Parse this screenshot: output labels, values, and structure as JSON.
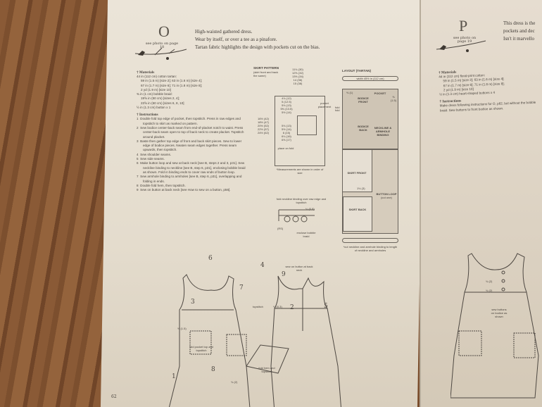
{
  "left_page": {
    "letter": "O",
    "see_photo": "see photo on page 18",
    "intro": [
      "High-waisted gathered dress.",
      "Wear by itself, or over a tee as a pinafore.",
      "Tartan fabric highlights the design with pockets cut on the bias."
    ],
    "materials_heading": "† Materials",
    "materials": [
      "44 in (112 cm) cotton tartan:",
      "59 in (1.5 m) [size 2]; 63 in (1.6 m) [size 4];",
      "67 in (1.7 m) [size 6]; 71 in (1.8 m) [size 8];",
      "2 yd (1.9 m) [size 10]",
      "⅜ in (1 cm) bobble braid:",
      "19⅝ in (50 cm) [sizes 2, 4];",
      "23⅝ in (60 cm) [sizes 6, 8, 10]",
      "½ in (1.3 cm) button x 1"
    ],
    "instructions_heading": "† Instructions",
    "instructions": [
      {
        "n": "1",
        "text": "Double fold top edge of pocket, then topstitch. Press in raw edges and topstitch to skirt as marked on pattern."
      },
      {
        "n": "2",
        "text": "Sew bodice center-back seam from end-of-placket notch to waist. Press center-back seam open to top of back neck to create placket. Topstitch around placket."
      },
      {
        "n": "3",
        "text": "Baste then gather top edge of front and back skirt pieces. Sew to lower edge of bodice pieces. Neaten seam edges together. Press seam upwards, then topstitch."
      },
      {
        "n": "4",
        "text": "Sew shoulder seams."
      },
      {
        "n": "5",
        "text": "Sew side seams."
      },
      {
        "n": "6",
        "text": "Make button loop and sew at back neck [see B, steps 2 and 3, p31]. Sew neckline binding to neckline [see B, step 6, p31], enclosing bobble braid as shown. Fold in binding ends to cover raw ends of button loop."
      },
      {
        "n": "7",
        "text": "Sew armhole binding to armholes [see B, step 6, p31], overlapping and folding in ends."
      },
      {
        "n": "8",
        "text": "Double fold hem, then topstitch."
      },
      {
        "n": "9",
        "text": "Sew on button at back neck [see How to sew on a button, p56]."
      }
    ],
    "skirt_pattern": {
      "title": "SKIRT PATTERN",
      "subtitle": "(skirt front and back the same)",
      "widths": [
        "11¾ (30)",
        "12⅝ (32)",
        "13⅜ (34)",
        "14 (36)",
        "15 (38)"
      ],
      "pocket_offsets": [
        "4¾ (12)",
        "5 (12.5)",
        "5⅛ (13)",
        "5⅜ (13.5)",
        "5½ (14)"
      ],
      "pocket_offsets2": [
        "5⅛ (13)",
        "5½ (14)",
        "6 (15)",
        "6¼ (16)",
        "6⅝ (17)"
      ],
      "lengths": [
        "16½ (42)",
        "18½ (47)",
        "20½ (52)",
        "22½ (57)",
        "24½ (62)"
      ],
      "pocket_label": "pocket placement",
      "fold_label": "fold",
      "place_on_fold": "place on fold",
      "note": "*Measurements are shown in order of size"
    },
    "layout": {
      "title": "LAYOUT (TARTAN)",
      "width": "width 45½ in (112 cm)",
      "pieces": [
        "BODICE FRONT",
        "POCKET",
        "BODICE BACK",
        "NECKLINE & ARMHOLE BINDING",
        "SKIRT FRONT",
        "BUTTON LOOP",
        "(cut one)",
        "SKIRT BACK"
      ],
      "seam_labels": [
        "⅜ (1)",
        "⅝ (1.5)",
        "1⅛ (3)"
      ],
      "fold": "fold",
      "note": "*cut neckline and armhole binding to length of neckline and armholes"
    },
    "binding_detail": {
      "label": "fold neckline binding over raw edge and topstitch",
      "measure": "¼ (0.8)",
      "rs": "(RS)",
      "braid": "enclose bobble braid"
    },
    "figure": {
      "callouts": [
        "1",
        "2",
        "3",
        "4",
        "5",
        "6",
        "7",
        "8",
        "9"
      ],
      "sew_button": "sew on button at back neck",
      "pocket_measure": "⅝ (1.5)",
      "pocket_note": "fold pocket top and topstitch",
      "topstitch": "topstitch",
      "topstitch_measure": "⅛ (0.3)",
      "hem_note": "fold hem and topstitch",
      "hem_measure": "¾ (2)"
    },
    "page_number": "62"
  },
  "right_page": {
    "letter": "P",
    "see_photo": "see photo on page 19",
    "intro": [
      "This dress is the",
      "pockets and dec",
      "Isn't it marvello"
    ],
    "materials_heading": "† Materials",
    "materials": [
      "44 in (112 cm) floral-print cotton:",
      "59 in (1.5 m) [size 2]; 63 in (1.6 m) [size 4];",
      "67 in (1.7 m) [size 6]; 71 in (1.8 m) [size 8];",
      "2 yd (1.9 m) [size 10]",
      "½ in (1.3 cm) heart-shaped buttons x 4"
    ],
    "instructions_heading": "† Instructions",
    "instructions": "Make dress following instructions for O, p62, but without the bobble braid. Sew buttons to front bodice as shown.",
    "figure": {
      "m1": "¾ (2)",
      "m2": "¾ (2)",
      "note": "sew buttons on bodice as shown"
    }
  }
}
